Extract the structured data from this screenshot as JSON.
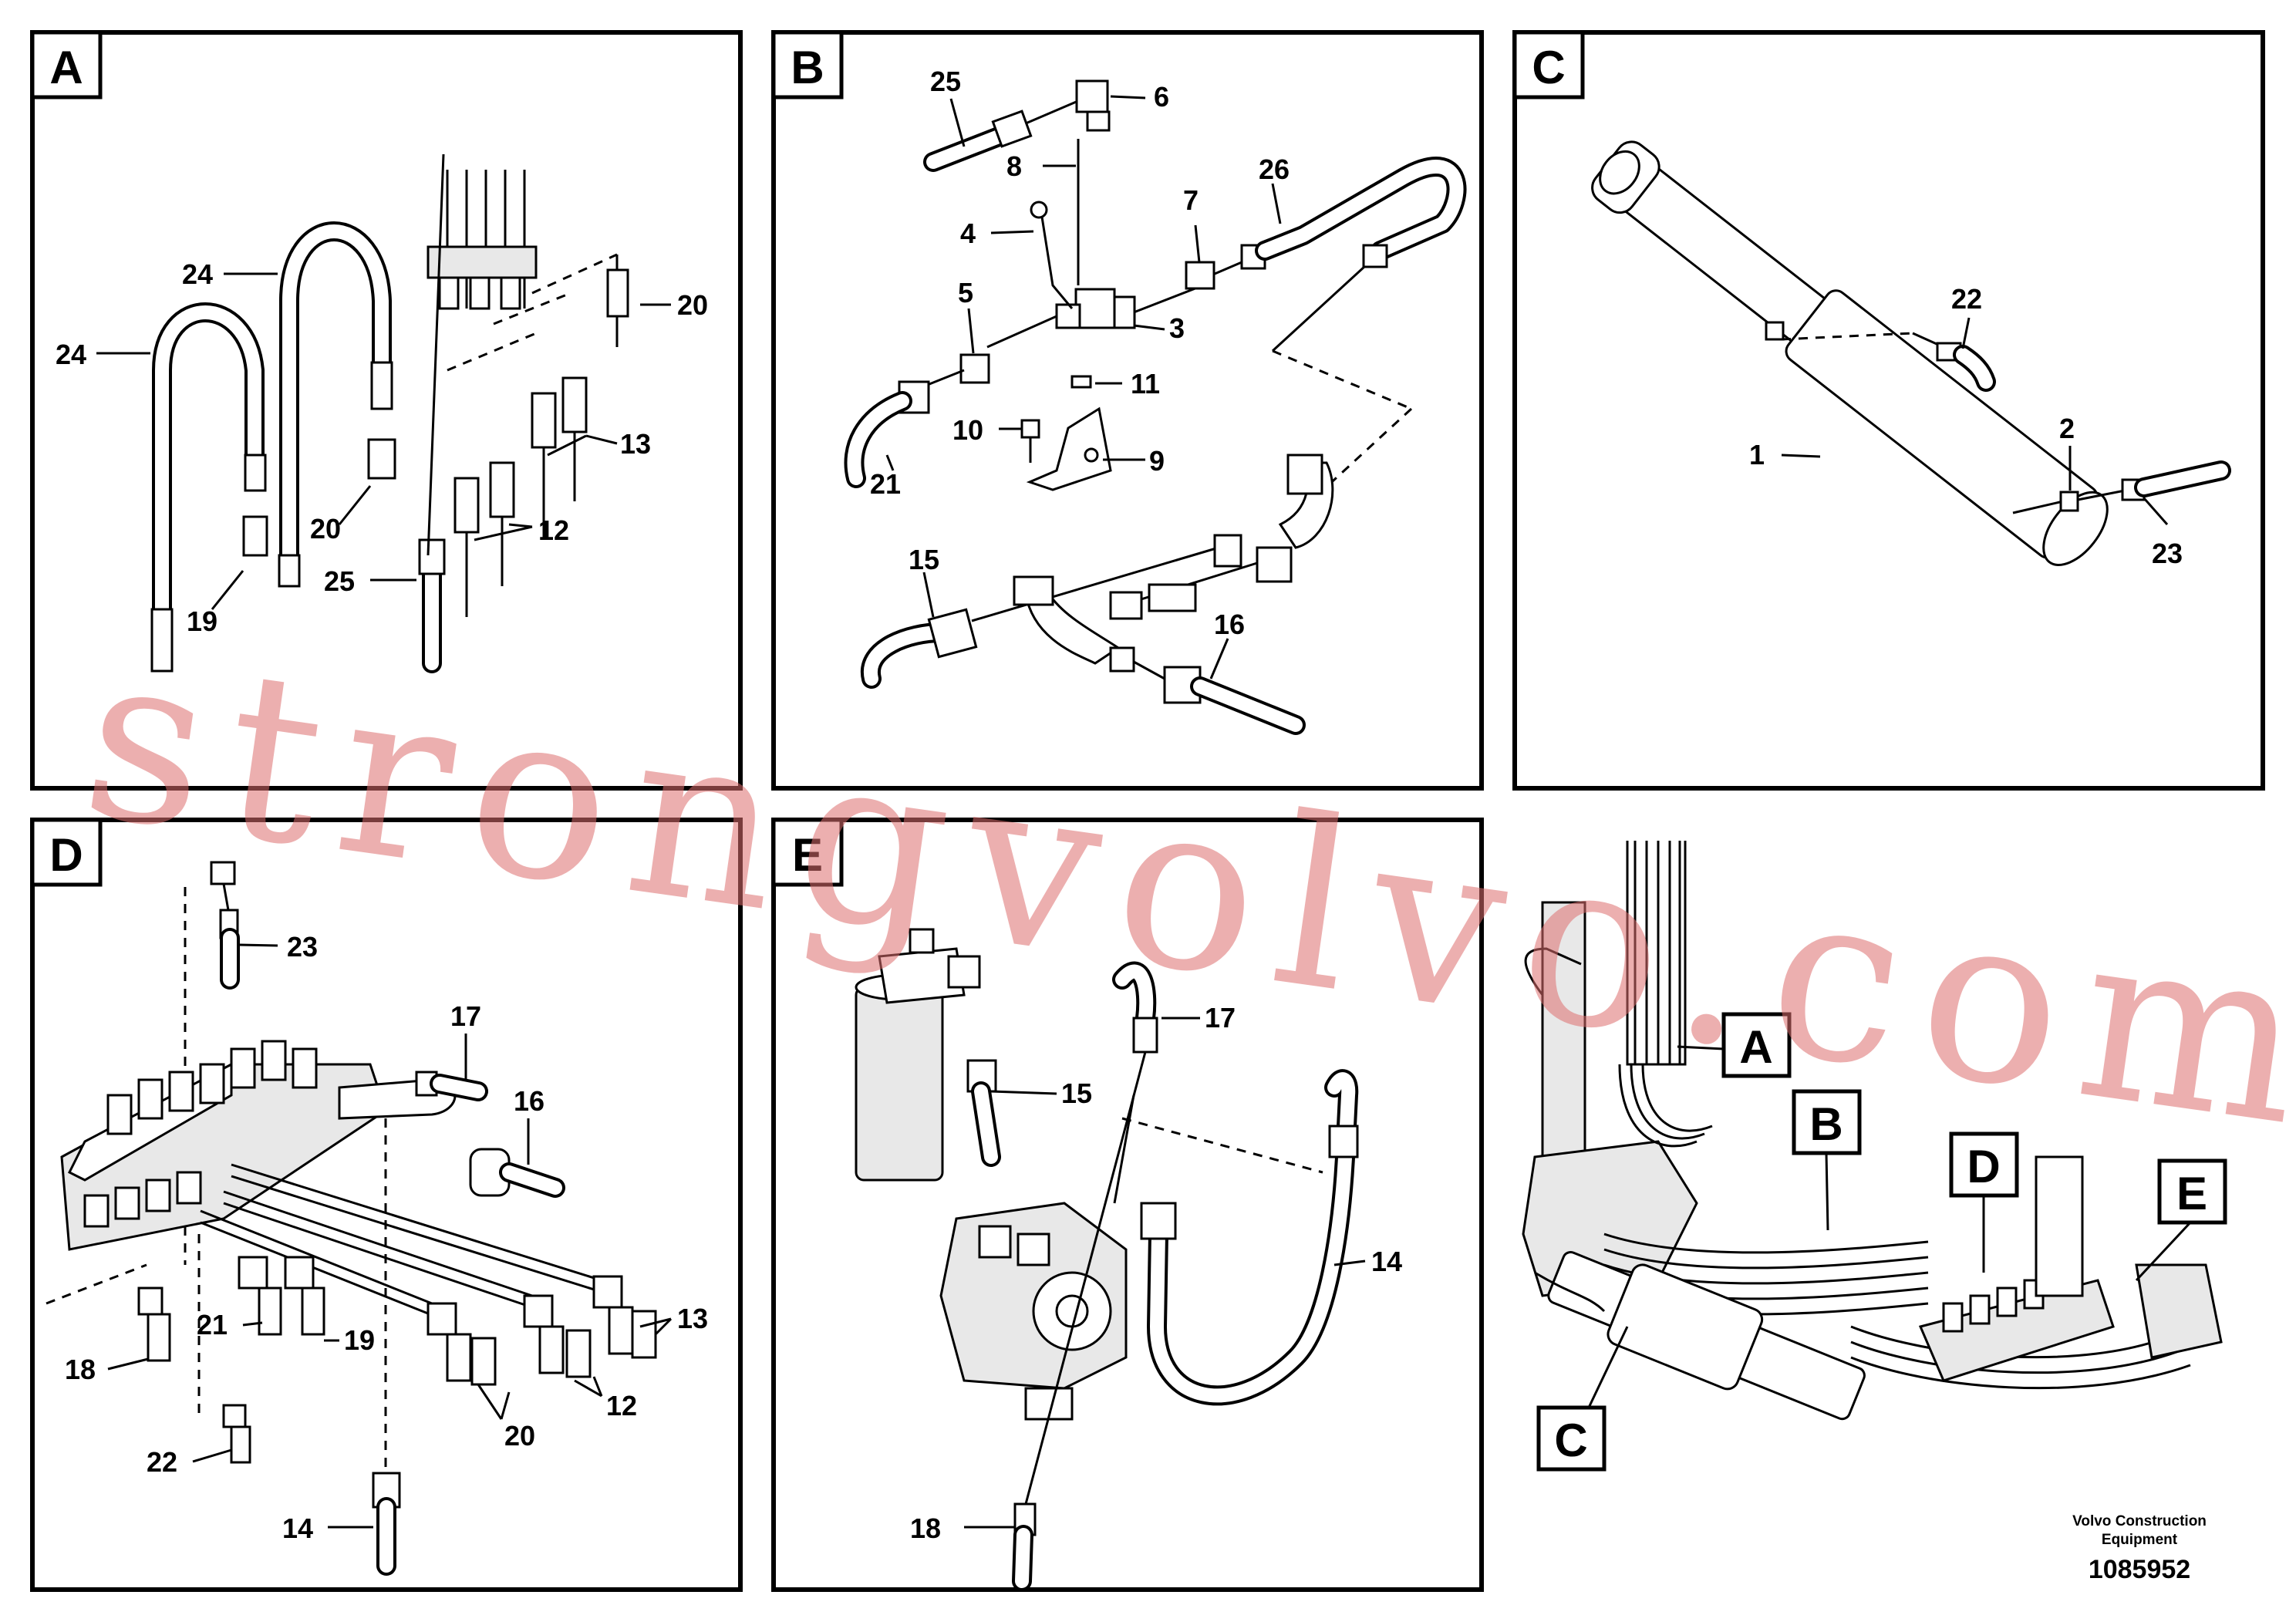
{
  "panels": {
    "a": {
      "tag": "A"
    },
    "b": {
      "tag": "B"
    },
    "c": {
      "tag": "C"
    },
    "d": {
      "tag": "D"
    },
    "e": {
      "tag": "E"
    },
    "overview": {
      "tags": [
        "A",
        "B",
        "C",
        "D",
        "E"
      ]
    }
  },
  "callouts": {
    "a": [
      "24",
      "24",
      "20",
      "20",
      "13",
      "12",
      "19",
      "25"
    ],
    "b": [
      "25",
      "6",
      "8",
      "4",
      "7",
      "26",
      "5",
      "3",
      "11",
      "10",
      "9",
      "21",
      "15",
      "16"
    ],
    "c": [
      "22",
      "2",
      "1",
      "23"
    ],
    "d": [
      "23",
      "17",
      "16",
      "13",
      "21",
      "19",
      "18",
      "20",
      "12",
      "22",
      "14"
    ],
    "e": [
      "17",
      "15",
      "14",
      "18"
    ]
  },
  "footer": {
    "company_line1": "Volvo Construction",
    "company_line2": "Equipment",
    "drawing_number": "1085952"
  },
  "watermark": "strongvolvo.com"
}
